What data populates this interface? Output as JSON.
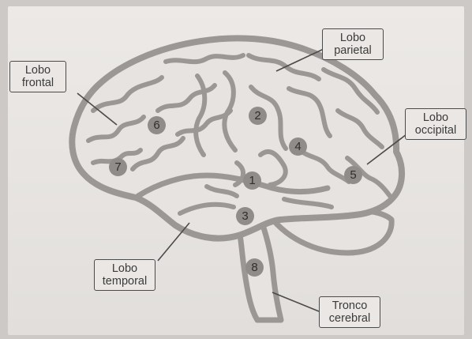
{
  "colors": {
    "background": "#cdc9c6",
    "paper": "#e8e5e2",
    "brain_outline": "#9a9795",
    "marker": "#8f8c8a",
    "label_border": "#4b4b4b",
    "text": "#3b3b3b"
  },
  "labels": {
    "frontal": {
      "line1": "Lobo",
      "line2": "frontal"
    },
    "parietal": {
      "line1": "Lobo",
      "line2": "parietal"
    },
    "occipital": {
      "line1": "Lobo",
      "line2": "occipital"
    },
    "temporal": {
      "line1": "Lobo",
      "line2": "temporal"
    },
    "brainstem": {
      "line1": "Tronco",
      "line2": "cerebral"
    }
  },
  "markers": {
    "m1": "1",
    "m2": "2",
    "m3": "3",
    "m4": "4",
    "m5": "5",
    "m6": "6",
    "m7": "7",
    "m8": "8"
  }
}
